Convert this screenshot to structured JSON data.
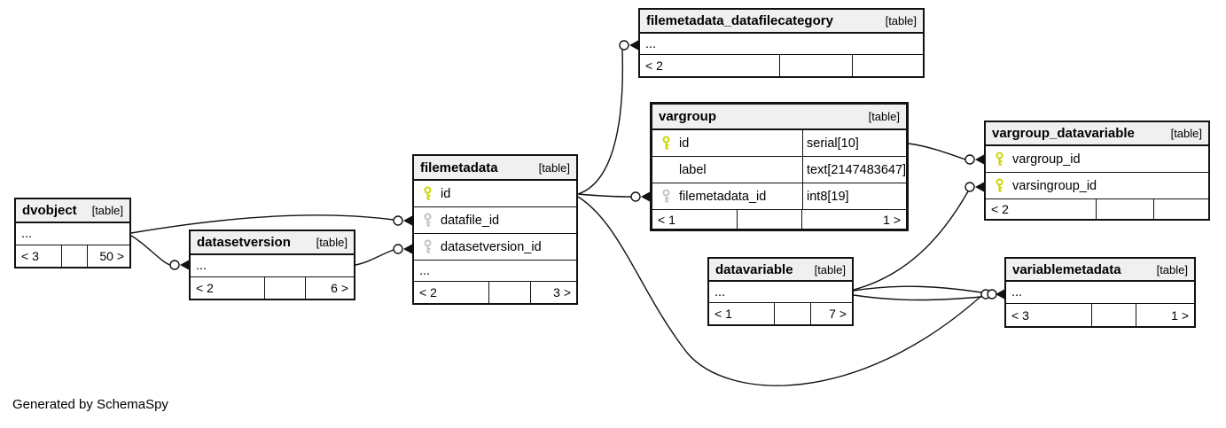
{
  "note": "Generated by SchemaSpy",
  "colors": {
    "header_bg": "#f0f0f0",
    "primary_key": "#ccd600",
    "foreign_key": "#c3c3c3",
    "border": "#111111"
  },
  "tables": {
    "filemetadata_datafilecategory": {
      "name": "filemetadata_datafilecategory",
      "tag": "[table]",
      "ellipsis": "...",
      "footer": [
        "< 2",
        "",
        ""
      ]
    },
    "vargroup": {
      "name": "vargroup",
      "tag": "[table]",
      "columns": [
        {
          "key": "pk",
          "name": "id",
          "type": "serial[10]"
        },
        {
          "key": "",
          "name": "label",
          "type": "text[2147483647]"
        },
        {
          "key": "fk",
          "name": "filemetadata_id",
          "type": "int8[19]"
        }
      ],
      "footer": [
        "< 1",
        "",
        "1 >"
      ]
    },
    "vargroup_datavariable": {
      "name": "vargroup_datavariable",
      "tag": "[table]",
      "columns": [
        {
          "key": "pk",
          "name": "vargroup_id"
        },
        {
          "key": "pk",
          "name": "varsingroup_id"
        }
      ],
      "footer": [
        "< 2",
        "",
        ""
      ]
    },
    "filemetadata": {
      "name": "filemetadata",
      "tag": "[table]",
      "columns": [
        {
          "key": "pk",
          "name": "id"
        },
        {
          "key": "fk",
          "name": "datafile_id"
        },
        {
          "key": "fk",
          "name": "datasetversion_id"
        }
      ],
      "ellipsis": "...",
      "footer": [
        "< 2",
        "",
        "3 >"
      ]
    },
    "dvobject": {
      "name": "dvobject",
      "tag": "[table]",
      "ellipsis": "...",
      "footer": [
        "< 3",
        "",
        "50 >"
      ]
    },
    "datasetversion": {
      "name": "datasetversion",
      "tag": "[table]",
      "ellipsis": "...",
      "footer": [
        "< 2",
        "",
        "6 >"
      ]
    },
    "datavariable": {
      "name": "datavariable",
      "tag": "[table]",
      "ellipsis": "...",
      "footer": [
        "< 1",
        "",
        "7 >"
      ]
    },
    "variablemetadata": {
      "name": "variablemetadata",
      "tag": "[table]",
      "ellipsis": "...",
      "footer": [
        "< 3",
        "",
        "1 >"
      ]
    }
  },
  "relationships": [
    {
      "from": "dvobject",
      "to": "filemetadata.datafile_id"
    },
    {
      "from": "dvobject",
      "to": "datasetversion"
    },
    {
      "from": "datasetversion",
      "to": "filemetadata.datasetversion_id"
    },
    {
      "from": "filemetadata.id",
      "to": "filemetadata_datafilecategory"
    },
    {
      "from": "filemetadata.id",
      "to": "vargroup.filemetadata_id"
    },
    {
      "from": "filemetadata.id",
      "to": "variablemetadata"
    },
    {
      "from": "vargroup.id",
      "to": "vargroup_datavariable.vargroup_id"
    },
    {
      "from": "datavariable",
      "to": "vargroup_datavariable.varsingroup_id"
    },
    {
      "from": "datavariable",
      "to": "variablemetadata"
    },
    {
      "from": "datavariable",
      "to": "variablemetadata"
    }
  ]
}
